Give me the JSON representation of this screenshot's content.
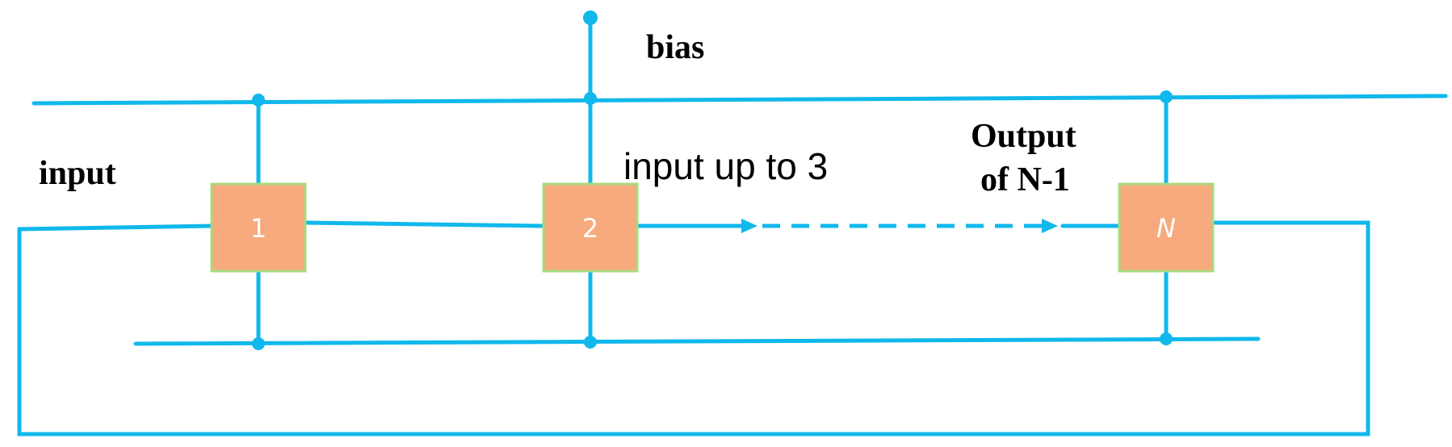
{
  "labels": {
    "bias": "bias",
    "input": "input",
    "input_up_to": "input up to 3",
    "output_line1": "Output",
    "output_line2": "of N-1"
  },
  "blocks": [
    {
      "label": "1"
    },
    {
      "label": "2"
    },
    {
      "label": "N"
    }
  ],
  "colors": {
    "wire": "#11b8ec",
    "block_fill": "#f6aa7d",
    "block_border": "#a8db7e",
    "block_text": "#ffffff"
  }
}
